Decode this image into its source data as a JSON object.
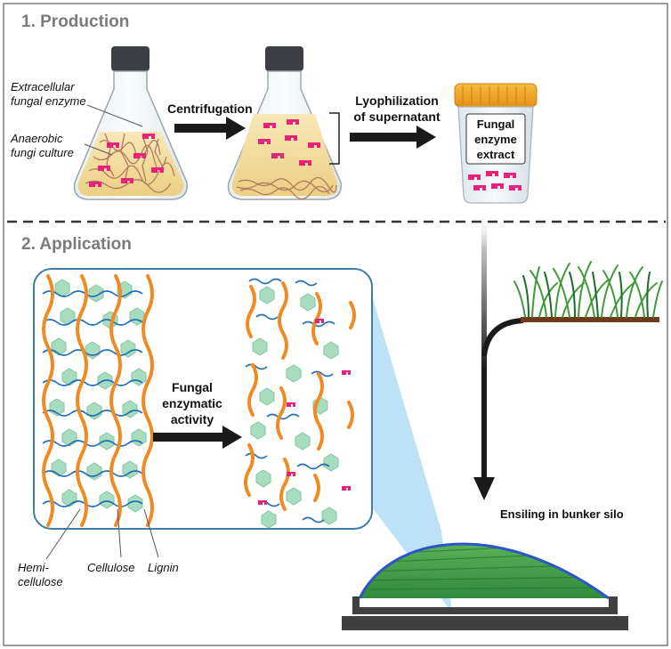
{
  "sections": {
    "production_title": "1. Production",
    "application_title": "2. Application"
  },
  "production": {
    "label_extracellular_line1": "Extracellular",
    "label_extracellular_line2": "fungal  enzyme",
    "label_anaerobic_line1": "Anaerobic",
    "label_anaerobic_line2": "fungi culture",
    "step_centrifugation": "Centrifugation",
    "step_lyophilization_line1": "Lyophilization",
    "step_lyophilization_line2": "of supernatant",
    "jar_label_line1": "Fungal",
    "jar_label_line2": "enzyme",
    "jar_label_line3": "extract"
  },
  "application": {
    "activity_line1": "Fungal",
    "activity_line2": "enzymatic",
    "activity_line3": "activity",
    "silo_label": "Ensiling in bunker silo",
    "legend_hemi_line1": "Hemi-",
    "legend_hemi_line2": "cellulose",
    "legend_cellulose": "Cellulose",
    "legend_lignin": "Lignin"
  },
  "colors": {
    "enzyme": "#e8217a",
    "cellulose_fiber": "#f08a24",
    "hemicellulose": "#1f6fb8",
    "lignin": "#a8dcbf",
    "silage_green": "#3fa24a",
    "silo_dark": "#404040",
    "arrow": "#1a1a1a",
    "lid_orange": "#f5a623",
    "broth": "#f3dca0",
    "zoom_blue": "#87c9ee"
  }
}
